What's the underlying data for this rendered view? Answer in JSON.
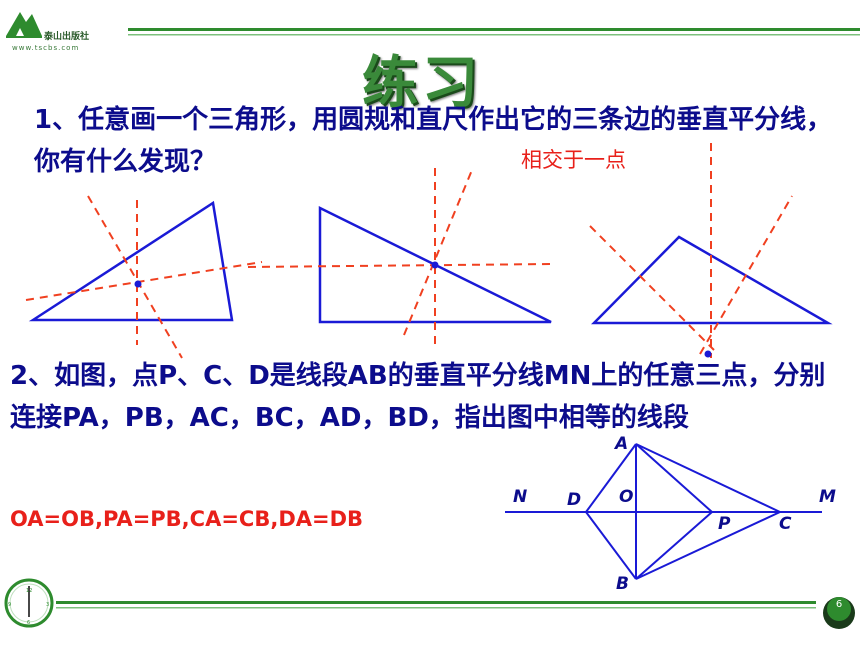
{
  "header": {
    "logo_name": "泰山出版社",
    "logo_url": "www.tscbs.com",
    "title": "练习"
  },
  "question1": {
    "text": "1、任意画一个三角形，用圆规和直尺作出它的三条边的垂直平分线，你有什么发现？",
    "answer": "相交于一点"
  },
  "question2": {
    "text": "2、如图，点P、C、D是线段AB的垂直平分线MN上的任意三点，分别连接PA，PB，AC，BC，AD，BD，指出图中相等的线段",
    "answer": "OA=OB,PA=PB,CA=CB,DA=DB"
  },
  "figure2": {
    "labels": {
      "A": "A",
      "B": "B",
      "N": "N",
      "D": "D",
      "O": "O",
      "M": "M",
      "P": "P",
      "C": "C"
    }
  },
  "footer": {
    "page_number": "6"
  },
  "colors": {
    "text_blue": "#0c0c8c",
    "shape_blue": "#1a1ad6",
    "answer_red": "#e8201a",
    "dash_red": "#f04020",
    "rule_green": "#2e8b2e",
    "title_green": "#3a8a3a"
  }
}
